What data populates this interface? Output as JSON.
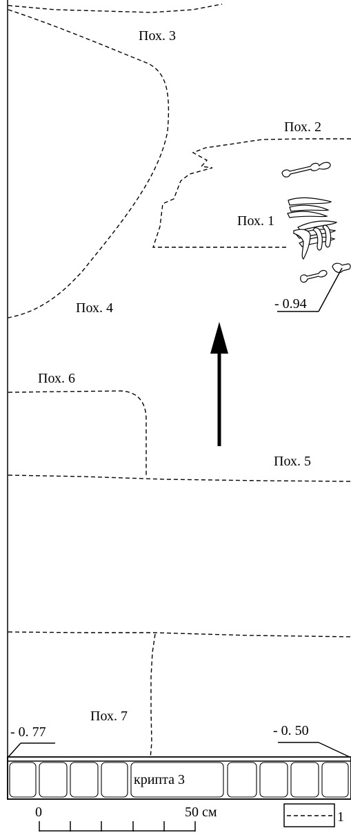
{
  "burials": {
    "b1": "Пох. 1",
    "b2": "Пох. 2",
    "b3": "Пох. 3",
    "b4": "Пох. 4",
    "b5": "Пох. 5",
    "b6": "Пох. 6",
    "b7": "Пох. 7"
  },
  "levels": {
    "bones": "- 0.94",
    "left": "- 0. 77",
    "right": "- 0. 50"
  },
  "crypt_label": "крипта 3",
  "scale": {
    "start": "0",
    "end": "50 см"
  },
  "legend": {
    "item_number": "1"
  }
}
